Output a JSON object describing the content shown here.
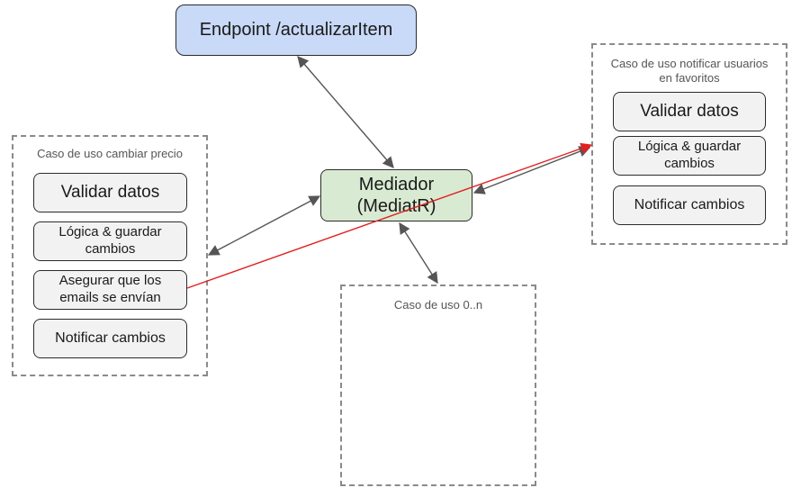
{
  "endpoint": {
    "label": "Endpoint /actualizarItem",
    "color": "#c9d9f8"
  },
  "mediator": {
    "label": "Mediador\n(MediatR)",
    "color": "#d9ead3"
  },
  "groups": {
    "cambiar_precio": {
      "title": "Caso de uso cambiar precio",
      "items": [
        "Validar datos",
        "Lógica & guardar\ncambios",
        "Asegurar que los\nemails se envían",
        "Notificar cambios"
      ]
    },
    "notificar_favoritos": {
      "title": "Caso de uso notificar usuarios\nen favoritos",
      "items": [
        "Validar datos",
        "Lógica & guardar\ncambios",
        "Notificar cambios"
      ]
    },
    "generico": {
      "title": "Caso de uso 0..n"
    }
  },
  "colors": {
    "arrow": "#555555",
    "highlight_arrow": "#e02020",
    "box_fill": "#f2f2f2"
  }
}
